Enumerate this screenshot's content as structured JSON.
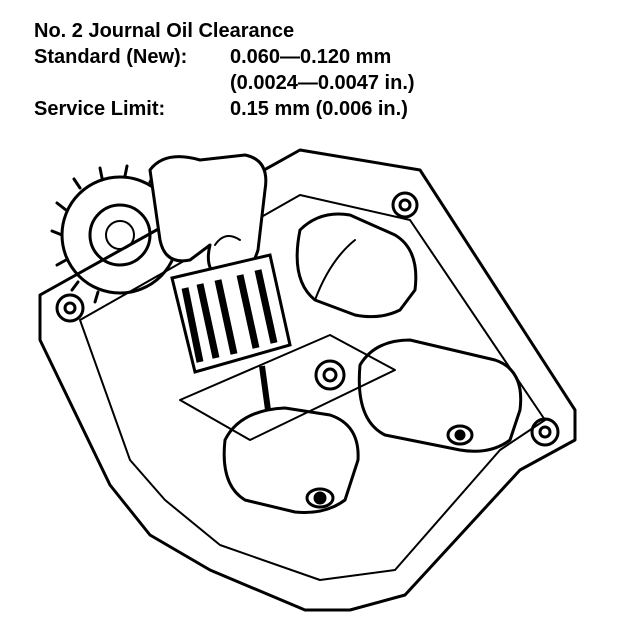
{
  "spec": {
    "title": "No. 2 Journal Oil Clearance",
    "standard_label": "Standard (New):",
    "standard_value_mm": "0.060—0.120 mm",
    "standard_value_in": "(0.0024—0.0047 in.)",
    "limit_label": "Service Limit:",
    "limit_value": "0.15 mm (0.006 in.)"
  },
  "colors": {
    "ink": "#000000",
    "paper": "#ffffff"
  },
  "icons": [
    "gear-icon",
    "hand-icon",
    "plastigage-strip-icon",
    "bolt-hole-icon"
  ]
}
